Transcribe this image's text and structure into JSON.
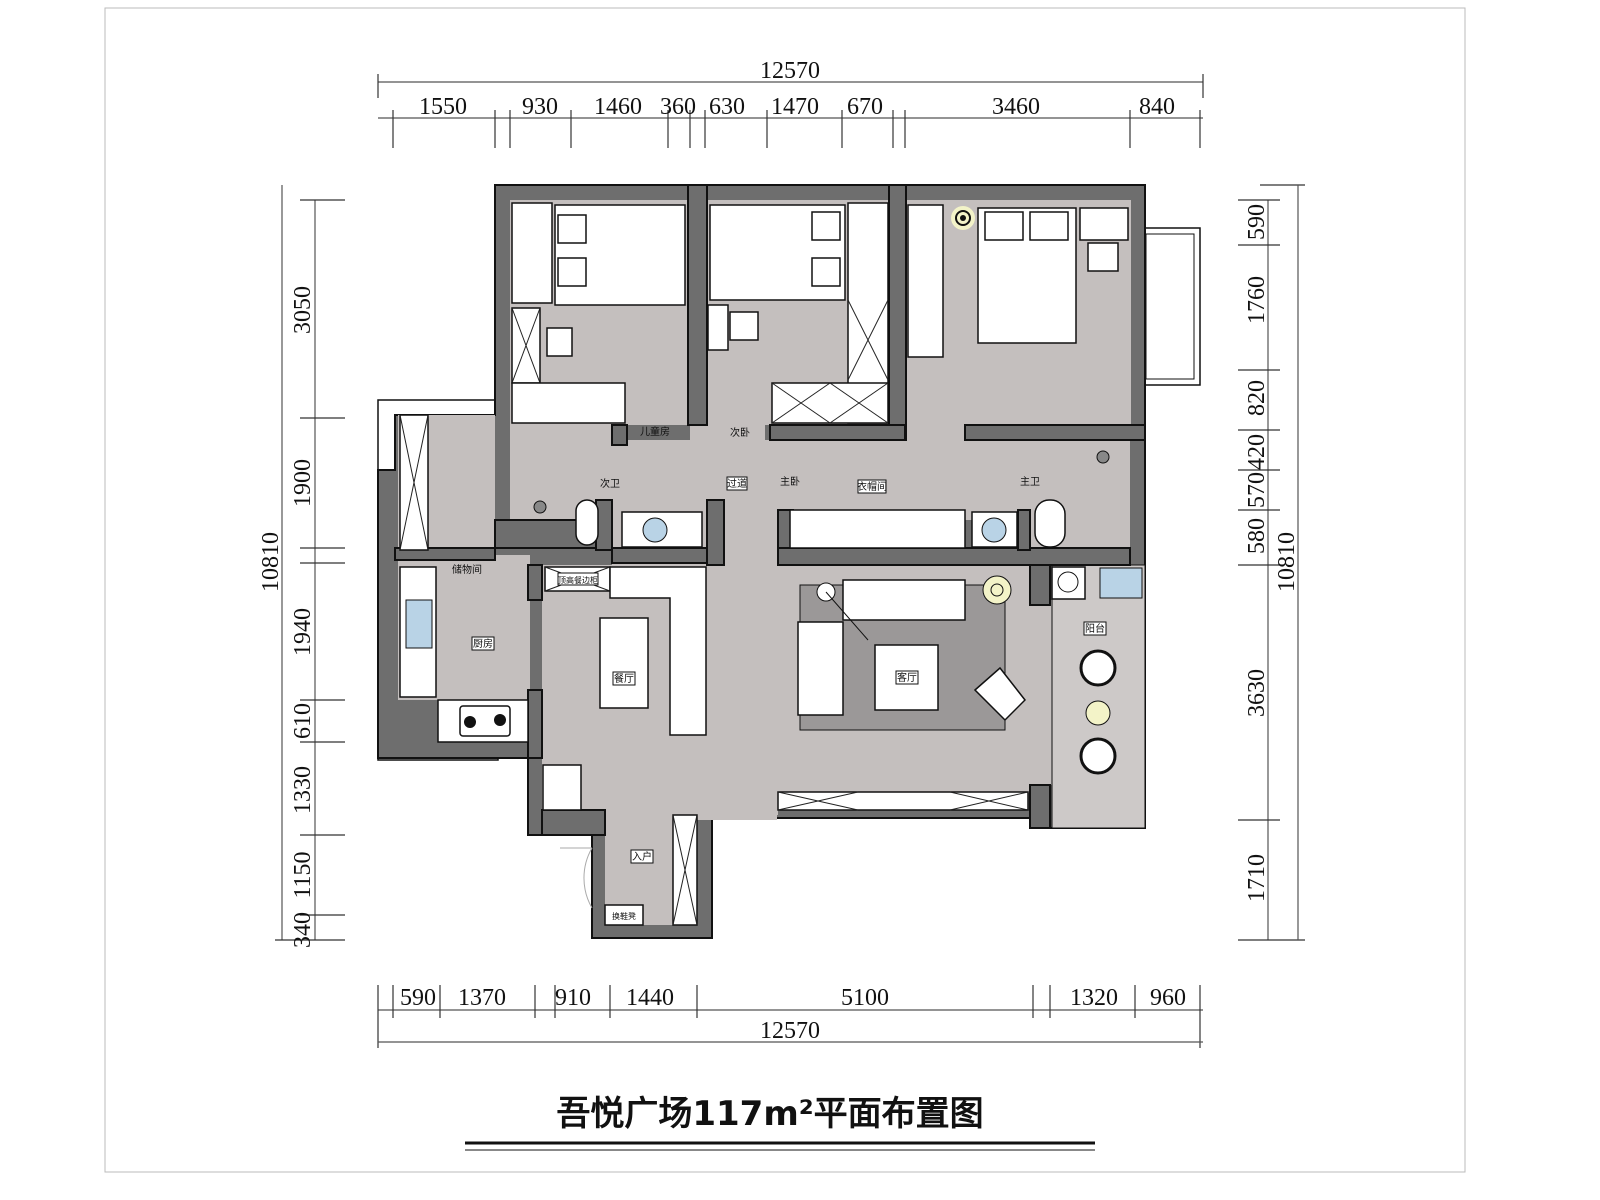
{
  "title": "吾悦广场117m²平面布置图",
  "rooms": {
    "kids_room": "儿童房",
    "second_bedroom": "次卧",
    "second_bath": "次卫",
    "corridor": "过道",
    "master_bedroom": "主卧",
    "cloakroom": "衣帽间",
    "master_bath": "主卫",
    "storage": "储物间",
    "kitchen": "厨房",
    "dining": "餐厅",
    "living": "客厅",
    "balcony": "阳台",
    "entry": "入户"
  },
  "furniture_labels": {
    "sideboard": "顶高餐边柜",
    "shoe_bench": "换鞋凳"
  },
  "dimensions": {
    "top_total": "12570",
    "top": [
      "1550",
      "930",
      "1460",
      "360",
      "630",
      "1470",
      "670",
      "3460",
      "840"
    ],
    "bottom": [
      "590",
      "1370",
      "910",
      "1440",
      "5100",
      "1320",
      "960"
    ],
    "bottom_total": "12570",
    "left_total": "10810",
    "left": [
      "3050",
      "1900",
      "1940",
      "610",
      "1330",
      "1150",
      "340"
    ],
    "right": [
      "590",
      "1760",
      "820",
      "420",
      "570",
      "580",
      "3630",
      "1710"
    ],
    "right_total": "10810"
  },
  "colors": {
    "wall": "#6e6e6e",
    "floor": "#c4bfbe",
    "fixture_blue": "#b9d3e6",
    "lamp_glow": "#f3f3c8"
  }
}
